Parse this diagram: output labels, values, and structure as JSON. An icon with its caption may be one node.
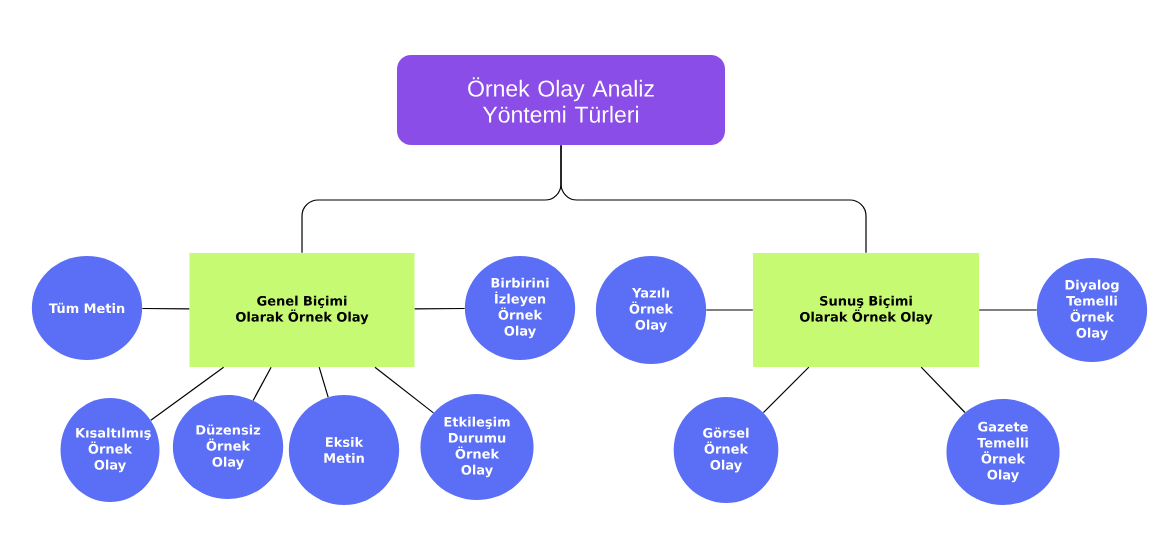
{
  "diagram": {
    "nodes": [
      {
        "text": [
          "Örnek Olay Analiz Yöntemi Türleri"
        ]
      },
      {
        "text": [
          "Genel Biçimi Olarak Örnek Olay"
        ]
      },
      {
        "text": [
          "Sunuş Biçimi Olarak Örnek Olay"
        ]
      },
      {
        "text": [
          "Tüm Metin"
        ]
      },
      {
        "text": [
          "Birbirini İzleyen Örnek Olay"
        ]
      },
      {
        "text": [
          "Kısaltılmış Örnek Olay"
        ]
      },
      {
        "text": [
          "Düzensiz Örnek Olay"
        ]
      },
      {
        "text": [
          "Eksik Metin"
        ]
      },
      {
        "text": [
          "Etkileşim Durumu Örnek Olay"
        ]
      },
      {
        "text": [
          "Yazılı Örnek Olay"
        ]
      },
      {
        "text": [
          "Diyalog Temelli Örnek Olay"
        ]
      },
      {
        "text": [
          "Görsel Örnek Olay"
        ]
      },
      {
        "text": [
          "Gazete Temelli Örnek Olay"
        ]
      }
    ],
    "edges": [
      {
        "from": 0,
        "to": 1,
        "arrow": "none"
      },
      {
        "from": 0,
        "to": 2,
        "arrow": "none"
      },
      {
        "from": 1,
        "to": 3,
        "arrow": "none"
      },
      {
        "from": 1,
        "to": 4,
        "arrow": "none"
      },
      {
        "from": 1,
        "to": 5,
        "arrow": "none"
      },
      {
        "from": 1,
        "to": 6,
        "arrow": "none"
      },
      {
        "from": 1,
        "to": 7,
        "arrow": "none"
      },
      {
        "from": 1,
        "to": 8,
        "arrow": "none"
      },
      {
        "from": 2,
        "to": 9,
        "arrow": "none"
      },
      {
        "from": 2,
        "to": 10,
        "arrow": "none"
      },
      {
        "from": 2,
        "to": 11,
        "arrow": "none"
      },
      {
        "from": 2,
        "to": 12,
        "arrow": "none"
      }
    ]
  }
}
